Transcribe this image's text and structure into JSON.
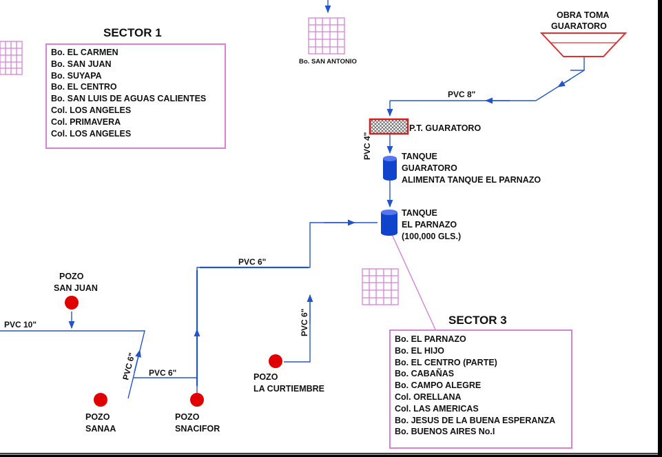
{
  "sector1": {
    "title": "SECTOR 1",
    "items": [
      "Bo. EL CARMEN",
      "Bo. SAN JUAN",
      "Bo. SUYAPA",
      "Bo. EL CENTRO",
      "Bo. SAN LUIS DE AGUAS CALIENTES",
      "Col. LOS ANGELES",
      "Col. PRIMAVERA",
      "Col. LOS ANGELES"
    ]
  },
  "sector3": {
    "title": "SECTOR 3",
    "items": [
      "Bo. EL PARNAZO",
      "Bo. EL HIJO",
      "Bo. EL CENTRO (PARTE)",
      "Bo. CABAÑAS",
      "Bo. CAMPO ALEGRE",
      "Col. ORELLANA",
      "Col. LAS AMERICAS",
      "Bo. JESUS DE LA BUENA ESPERANZA",
      "Bo. BUENOS AIRES No.I"
    ]
  },
  "labels": {
    "san_antonio": "Bo. SAN ANTONIO",
    "obra_toma_1": "OBRA TOMA",
    "obra_toma_2": "GUARATORO",
    "pvc_top": "PVC 8\"",
    "pt_guaratoro": "P.T. GUARATORO",
    "pvc_4": "PVC 4\"",
    "tanque_g_1": "TANQUE",
    "tanque_g_2": "GUARATORO",
    "tanque_g_3": "ALIMENTA TANQUE EL PARNAZO",
    "tanque_p_1": "TANQUE",
    "tanque_p_2": "EL PARNAZO",
    "tanque_p_3": "(100,000 GLS.)",
    "pvc_mid": "PVC 6\"",
    "pvc_vert_curt": "PVC 6\"",
    "pozo_sj_1": "POZO",
    "pozo_sj_2": "SAN JUAN",
    "pvc_10": "PVC 10\"",
    "pvc_diag": "PVC 6\"",
    "pvc_low": "PVC 6\"",
    "pozo_curt_1": "POZO",
    "pozo_curt_2": "LA CURTIEMBRE",
    "pozo_sanaa_1": "POZO",
    "pozo_sanaa_2": "SANAA",
    "pozo_snac_1": "POZO",
    "pozo_snac_2": "SNACIFOR"
  },
  "colors": {
    "pipe": "#2255cc",
    "well": "#e00000",
    "grid": "#d87fd8",
    "tank": "#1144cc"
  }
}
